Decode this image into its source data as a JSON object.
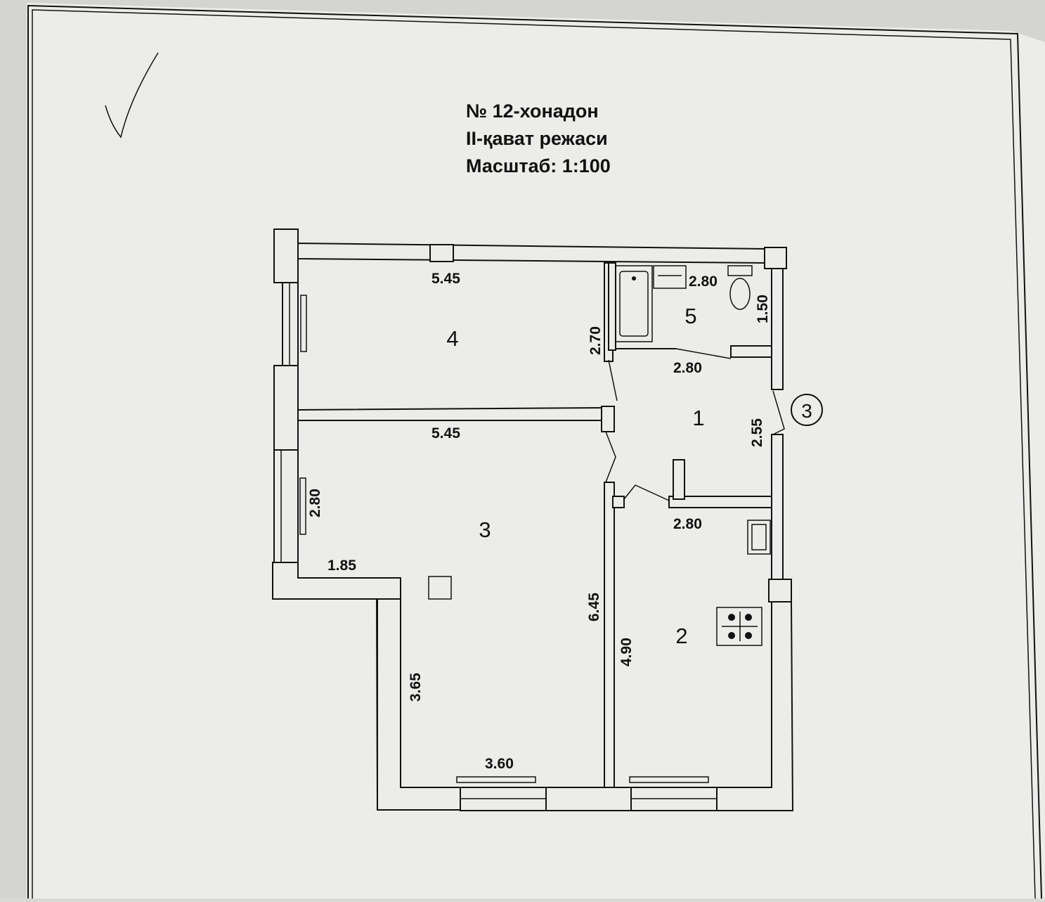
{
  "title": {
    "line1": "№ 12-хонадон",
    "line2": "II-қават режаси",
    "line3": "Масштаб: 1:100"
  },
  "rooms": {
    "r1": "1",
    "r2": "2",
    "r3": "3",
    "r4": "4",
    "r5": "5"
  },
  "entrance_marker": "3",
  "dimensions": {
    "room4_top": "5.45",
    "room4_bottom": "5.45",
    "room4_side": "2.70",
    "room5_top": "2.80",
    "room5_side": "1.50",
    "corridor_top": "2.80",
    "corridor_side": "2.55",
    "corridor_bottom": "2.80",
    "room3_left": "2.80",
    "room3_step": "1.85",
    "room3_right": "6.45",
    "room3_lower": "3.65",
    "room3_bottom": "3.60",
    "room2_side": "4.90"
  },
  "colors": {
    "paper": "#ececea",
    "line": "#111111"
  }
}
